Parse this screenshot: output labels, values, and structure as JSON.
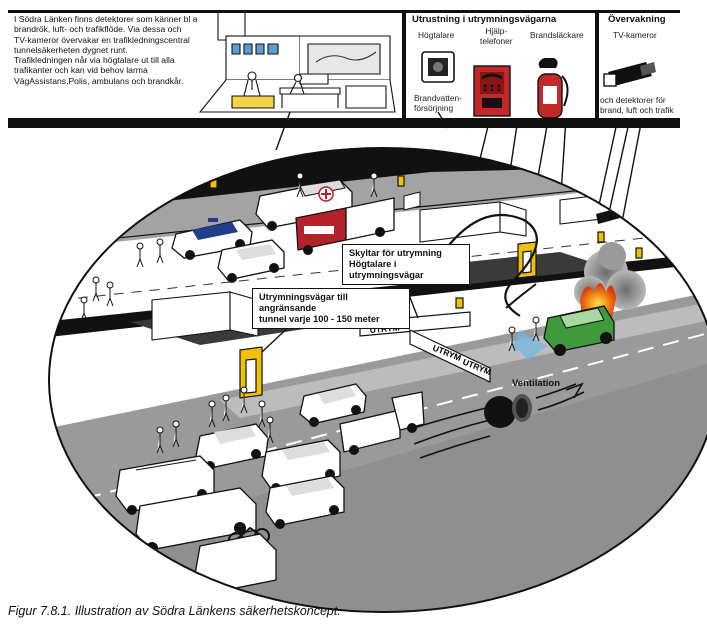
{
  "info_box": {
    "lines": [
      "I Södra Länken finns detektorer som känner bl a",
      "brandrök, luft- och trafikflöde. Via dessa och",
      "TV-kameror övervakar en trafikledningscentral",
      "tunnelsäkerheten dygnet runt.",
      "Trafikledningen når via högtalare ut till alla",
      "trafikanter och kan vid behov larma",
      "VägAssistans,Polis, ambulans och brandkår."
    ]
  },
  "equipment": {
    "header": "Utrustning i utrymningsvägarna",
    "loudspeaker": "Högtalare",
    "emergency_phone_1": "Hjälp-",
    "emergency_phone_2": "telefoner",
    "extinguisher": "Brandsläckare",
    "hydrant_1": "Brandvatten-",
    "hydrant_2": "försörjning"
  },
  "monitoring": {
    "header": "Övervakning",
    "tv_camera": "TV-kameror",
    "detectors_1": "och detektorer för",
    "detectors_2": "brand, luft och trafik"
  },
  "callouts": {
    "signs_1": "Skyltar för utrymning",
    "signs_2": "Högtalare i utrymningsvägar",
    "exits_1": "Utrymningsvägar till angränsande",
    "exits_2": "tunnel varje 100 - 150 meter"
  },
  "ventilation": "Ventilation",
  "sign_text": "UTRYM",
  "caption": "Figur 7.8.1. Illustration av Södra Länkens säkerhetskoncept.",
  "colors": {
    "accent_yellow": "#f2c200",
    "fire_orange": "#f07a10",
    "car_green": "#3f9a3c",
    "fire_truck_red": "#b5222a",
    "police_blue": "#1f3f8a",
    "smoke_grey": "#8f8f8f",
    "road_grey": "#9a9a9a"
  }
}
